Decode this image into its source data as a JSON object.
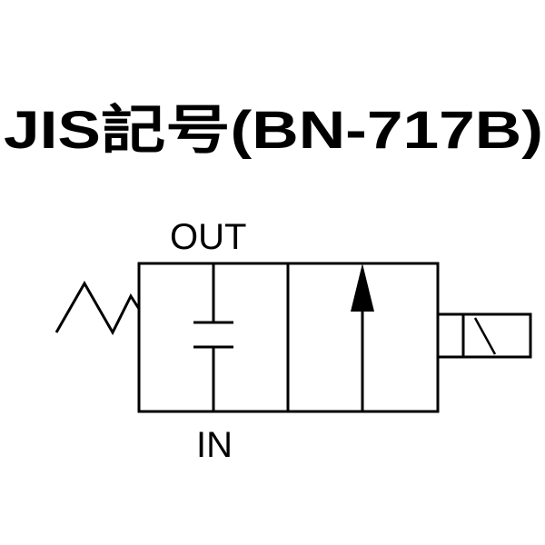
{
  "title": "JIS記号(BN-717B)",
  "ports": {
    "out_label": "OUT",
    "in_label": "IN"
  },
  "symbols": {
    "spring": "spring-icon",
    "blocked_passage": "closed-port-icon",
    "flow_arrow": "flow-arrow-icon",
    "actuator": "solenoid-icon"
  },
  "colors": {
    "stroke": "#000000",
    "background": "#ffffff"
  }
}
